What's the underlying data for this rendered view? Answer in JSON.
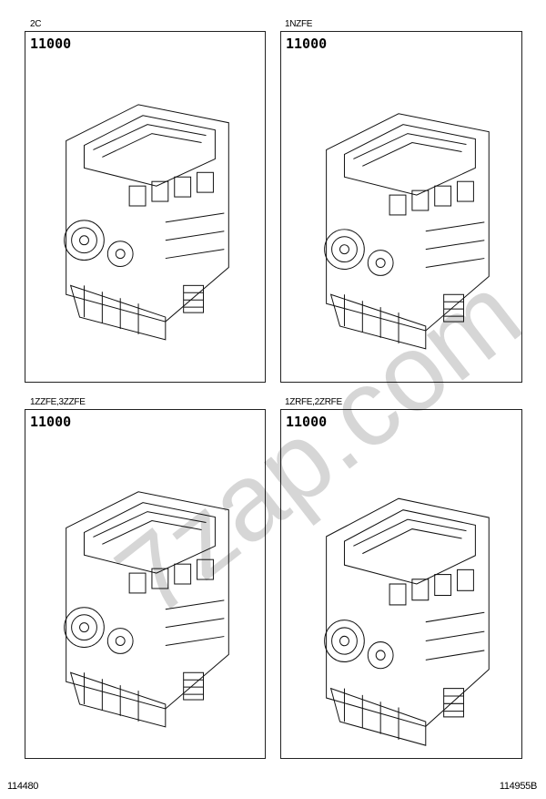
{
  "panels": [
    {
      "engine_code": "2C",
      "part_number": "11000"
    },
    {
      "engine_code": "1NZFE",
      "part_number": "11000"
    },
    {
      "engine_code": "1ZZFE,3ZZFE",
      "part_number": "11000"
    },
    {
      "engine_code": "1ZRFE,2ZRFE",
      "part_number": "11000"
    }
  ],
  "footer": {
    "left_ref": "114480",
    "right_ref": "114955B"
  },
  "watermark": "7zap.com"
}
